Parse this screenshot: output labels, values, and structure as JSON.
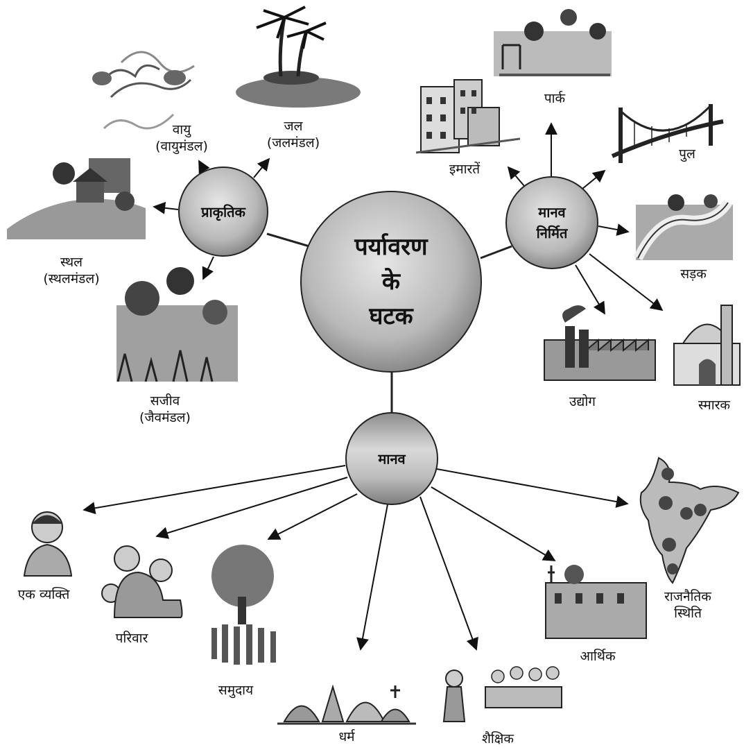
{
  "center": {
    "line1": "पर्यावरण",
    "line2": "के",
    "line3": "घटक"
  },
  "hubs": {
    "natural": "प्राकृतिक",
    "manmade_line1": "मानव",
    "manmade_line2": "निर्मित",
    "human": "मानव"
  },
  "natural": {
    "air": {
      "line1": "वायु",
      "line2": "(वायुमंडल)"
    },
    "water": {
      "line1": "जल",
      "line2": "(जलमंडल)"
    },
    "land": {
      "line1": "स्थल",
      "line2": "(स्थलमंडल)"
    },
    "living": {
      "line1": "सजीव",
      "line2": "(जैवमंडल)"
    }
  },
  "manmade": {
    "buildings": "इमारतें",
    "park": "पार्क",
    "bridge": "पुल",
    "road": "सड़क",
    "industry": "उद्योग",
    "monument": "स्मारक"
  },
  "human": {
    "individual": "एक व्यक्ति",
    "family": "परिवार",
    "community": "समुदाय",
    "religion": "धर्म",
    "education": "शैक्षिक",
    "economic": "आर्थिक",
    "political_line1": "राजनैतिक",
    "political_line2": "स्थिति"
  },
  "icons": [
    "air-icon",
    "water-icon",
    "land-icon",
    "living-icon",
    "buildings-icon",
    "park-icon",
    "bridge-icon",
    "road-icon",
    "industry-icon",
    "monument-icon",
    "individual-icon",
    "family-icon",
    "community-icon",
    "religion-icon",
    "education-icon",
    "economic-icon",
    "political-map-icon"
  ]
}
